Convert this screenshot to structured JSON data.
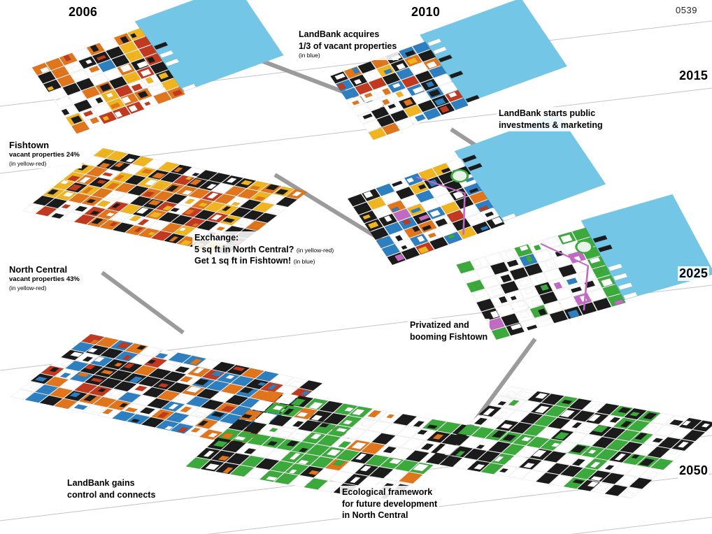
{
  "page_number": "0539",
  "timeline": {
    "y2006": "2006",
    "y2010": "2010",
    "y2015": "2015",
    "y2025": "2025",
    "y2050": "2050"
  },
  "annotations": {
    "acquires": {
      "line1": "LandBank acquires",
      "line2": "1/3 of vacant properties",
      "note": "(in blue)"
    },
    "invest": {
      "line1": "LandBank starts public",
      "line2": "investments & marketing"
    },
    "fishtown": {
      "title": "Fishtown",
      "stat": "vacant properties 24%",
      "note": "(in yellow-red)"
    },
    "north_central": {
      "title": "North Central",
      "stat": "vacant properties 43%",
      "note": "(in yellow-red)"
    },
    "exchange": {
      "line1": "Exchange:",
      "line2": "5 sq ft in North Central?",
      "line2_note": "(in yellow-red)",
      "line3": "Get 1 sq ft in Fishtown!",
      "line3_note": "(in blue)"
    },
    "privatized": {
      "line1": "Privatized and",
      "line2": "booming Fishtown"
    },
    "gains": {
      "line1": "LandBank gains",
      "line2": "control and connects"
    },
    "ecological": {
      "line1": "Ecological framework",
      "line2": "for future development",
      "line3": "in North Central"
    }
  },
  "palette": {
    "white": "#ffffff",
    "black": "#1b1b1b",
    "yellow": "#f0b41e",
    "orange": "#e0751c",
    "red": "#c13a20",
    "blue": "#2e7fc0",
    "water": "#74c6e6",
    "green": "#3ca93c",
    "purple": "#c06ac2",
    "connector_gray": "#9b9b9b",
    "timeline_gray": "#c4c4c4"
  },
  "maps": {
    "fishtown_2006": {
      "name": "fishtown-2006-vacant-yellow-red",
      "water_fraction": 0.4,
      "color_weights": {
        "white": 30,
        "black": 26,
        "yellow": 12,
        "orange": 16,
        "red": 12,
        "blue": 4
      }
    },
    "fishtown_2010": {
      "name": "fishtown-2010-landbank-blue",
      "water_fraction": 0.38,
      "color_weights": {
        "white": 28,
        "black": 26,
        "yellow": 9,
        "orange": 11,
        "red": 8,
        "blue": 18
      }
    },
    "north_central_a": {
      "name": "north-central-vacant-43",
      "water_fraction": 0,
      "color_weights": {
        "white": 22,
        "black": 26,
        "yellow": 15,
        "orange": 22,
        "red": 15
      }
    },
    "fishtown_2015": {
      "name": "fishtown-2015-public-investments",
      "water_fraction": 0.36,
      "color_weights": {
        "white": 30,
        "black": 28,
        "yellow": 7,
        "orange": 8,
        "red": 6,
        "blue": 15,
        "green": 4,
        "purple": 2
      },
      "accent_line": true,
      "dome": true
    },
    "fishtown_2025": {
      "name": "fishtown-2025-privatized-booming",
      "water_fraction": 0.34,
      "color_weights": {
        "white": 52,
        "black": 30,
        "green": 9,
        "blue": 3,
        "purple": 3
      },
      "green_cols": [
        8
      ],
      "accent_line": true,
      "dome": true
    },
    "north_central_b": {
      "name": "north-central-landbank-control-blue",
      "water_fraction": 0,
      "color_weights": {
        "white": 28,
        "black": 27,
        "blue": 23,
        "orange": 13,
        "red": 9
      }
    },
    "north_central_eco": {
      "name": "north-central-ecological-framework-green",
      "water_fraction": 0,
      "color_weights": {
        "white": 44,
        "black": 38,
        "orange": 8,
        "green": 10
      },
      "green_cols": [
        5,
        6
      ],
      "green_rows": [
        4
      ]
    },
    "north_central_2050": {
      "name": "north-central-2050-green-developed",
      "water_fraction": 0,
      "color_weights": {
        "white": 48,
        "black": 42,
        "green": 10
      },
      "green_cols": [
        4,
        10
      ],
      "green_rows": [
        4
      ]
    }
  }
}
